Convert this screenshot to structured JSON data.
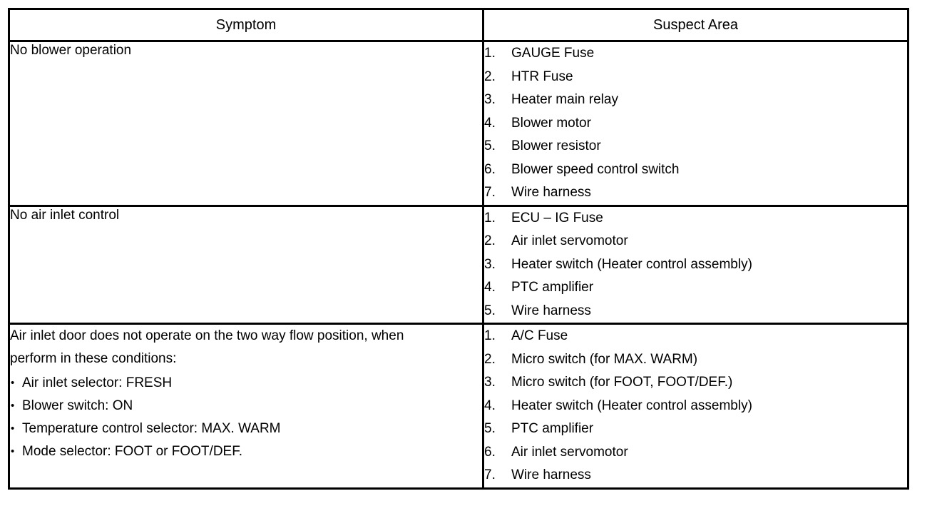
{
  "table": {
    "headers": {
      "symptom": "Symptom",
      "suspect_area": "Suspect Area"
    },
    "rows": [
      {
        "symptom": "No blower operation",
        "suspect_items": [
          "GAUGE Fuse",
          "HTR Fuse",
          "Heater main relay",
          "Blower motor",
          "Blower resistor",
          "Blower speed control switch",
          "Wire harness"
        ]
      },
      {
        "symptom": "No air inlet control",
        "suspect_items": [
          "ECU – IG Fuse",
          "Air inlet servomotor",
          "Heater switch (Heater control assembly)",
          "PTC amplifier",
          "Wire harness"
        ]
      },
      {
        "symptom_lead_line1": "Air inlet door does not operate on the two way flow position, when",
        "symptom_lead_line2": "perform in these conditions:",
        "conditions": [
          "Air inlet selector: FRESH",
          "Blower switch: ON",
          "Temperature control selector: MAX. WARM",
          "Mode selector: FOOT or FOOT/DEF."
        ],
        "suspect_items": [
          "A/C Fuse",
          "Micro switch (for MAX. WARM)",
          "Micro switch (for FOOT, FOOT/DEF.)",
          "Heater switch (Heater control assembly)",
          "PTC amplifier",
          "Air inlet servomotor",
          "Wire harness"
        ]
      }
    ]
  }
}
